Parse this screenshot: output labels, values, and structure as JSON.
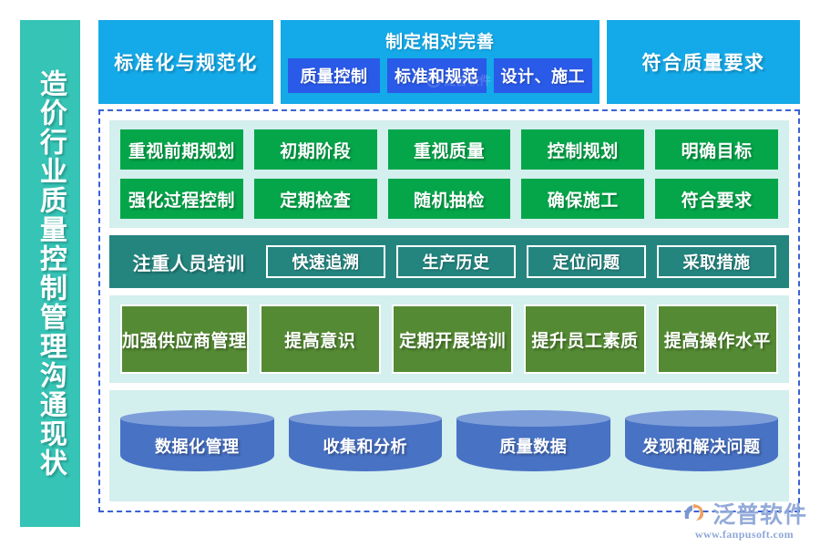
{
  "sidebar": {
    "title": "造价行业质量控制管理沟通现状"
  },
  "header": {
    "left": {
      "label": "标准化与规范化"
    },
    "middle": {
      "title": "制定相对完善",
      "items": [
        {
          "label": "质量控制"
        },
        {
          "label": "标准和规范"
        },
        {
          "label": "设计、施工"
        }
      ]
    },
    "right": {
      "label": "符合质量要求"
    }
  },
  "sections": {
    "planning": {
      "rows": [
        [
          {
            "label": "重视前期规划"
          },
          {
            "label": "初期阶段"
          },
          {
            "label": "重视质量"
          },
          {
            "label": "控制规划"
          },
          {
            "label": "明确目标"
          }
        ],
        [
          {
            "label": "强化过程控制"
          },
          {
            "label": "定期检查"
          },
          {
            "label": "随机抽检"
          },
          {
            "label": "确保施工"
          },
          {
            "label": "符合要求"
          }
        ]
      ]
    },
    "training": {
      "lead": {
        "label": "注重人员培训"
      },
      "items": [
        {
          "label": "快速追溯"
        },
        {
          "label": "生产历史"
        },
        {
          "label": "定位问题"
        },
        {
          "label": "采取措施"
        }
      ]
    },
    "supplier": {
      "items": [
        {
          "label": "加强供应商管理"
        },
        {
          "label": "提高意识"
        },
        {
          "label": "定期开展培训"
        },
        {
          "label": "提升员工素质"
        },
        {
          "label": "提高操作水平"
        }
      ]
    },
    "data": {
      "items": [
        {
          "label": "数据化管理"
        },
        {
          "label": "收集和分析"
        },
        {
          "label": "质量数据"
        },
        {
          "label": "发现和解决问题"
        }
      ]
    }
  },
  "watermark": {
    "header_text": "泛普软件"
  },
  "logo": {
    "name": "泛普软件",
    "url": "www.fanpusoft.com"
  },
  "colors": {
    "teal_sidebar": "#35c4b5",
    "header_blue": "#14a9e8",
    "header_sub_blue": "#2a5ae8",
    "mint_bg": "#d3efee",
    "green_cell": "#05a64a",
    "teal_band": "#24857f",
    "olive_box": "#548a33",
    "cylinder_body": "#4872c4",
    "cylinder_top": "#7d9ed9",
    "dashed_border": "#3b62d4"
  }
}
